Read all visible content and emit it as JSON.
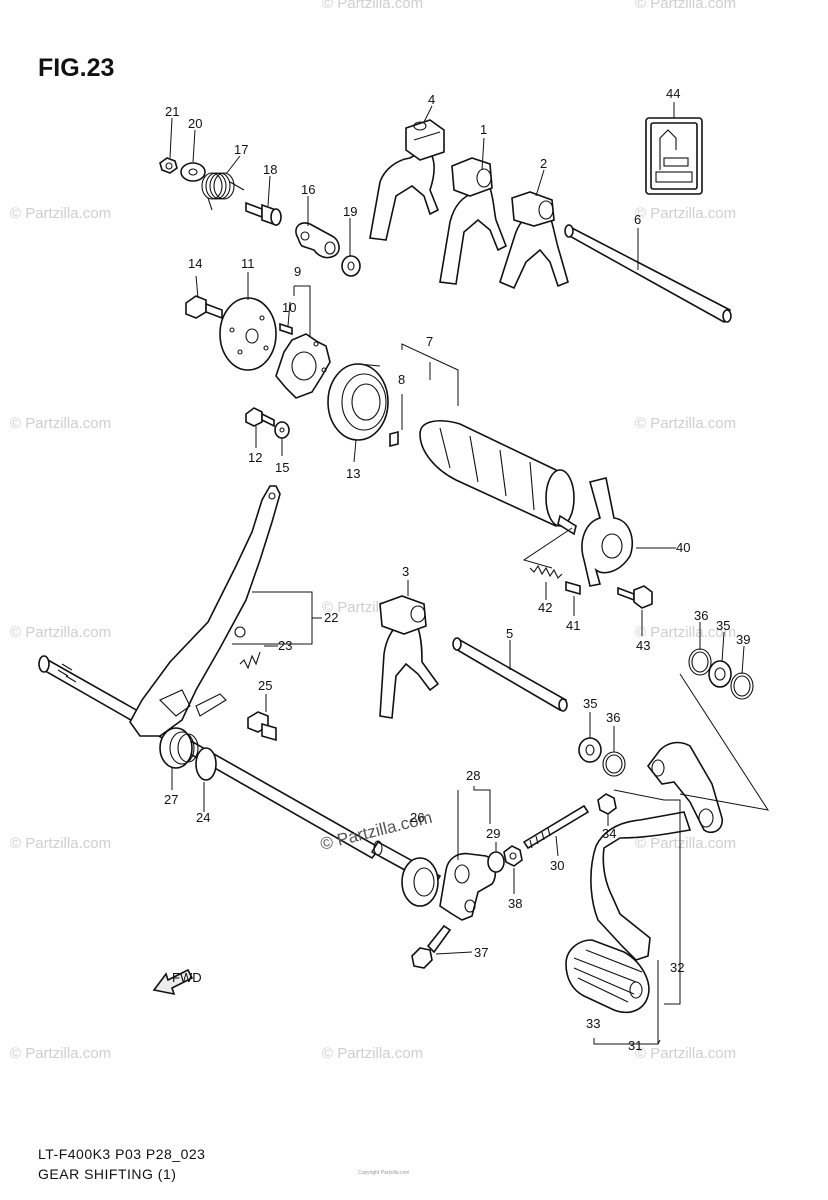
{
  "figure": {
    "title": "FIG.23",
    "model_code": "LT-F400K3 P03 P28_023",
    "section_name": "GEAR SHIFTING (1)"
  },
  "watermark": {
    "text": "© Partzilla.com",
    "center_text": "© Partzilla.com"
  },
  "copyright_note": "Copyright Partzilla.com",
  "direction_marker": "FWD",
  "callouts": {
    "c1": "1",
    "c2": "2",
    "c3": "3",
    "c4": "4",
    "c5": "5",
    "c6": "6",
    "c7": "7",
    "c8": "8",
    "c9": "9",
    "c10": "10",
    "c11": "11",
    "c12": "12",
    "c13": "13",
    "c14": "14",
    "c15": "15",
    "c16": "16",
    "c17": "17",
    "c18": "18",
    "c19": "19",
    "c20": "20",
    "c21": "21",
    "c22": "22",
    "c23": "23",
    "c24": "24",
    "c25": "25",
    "c26": "26",
    "c27": "27",
    "c28": "28",
    "c29": "29",
    "c30": "30",
    "c31": "31",
    "c32": "32",
    "c33": "33",
    "c34": "34",
    "c35a": "35",
    "c35b": "35",
    "c36a": "36",
    "c36b": "36",
    "c37": "37",
    "c38": "38",
    "c39": "39",
    "c40": "40",
    "c41": "41",
    "c42": "42",
    "c43": "43",
    "c44": "44"
  }
}
